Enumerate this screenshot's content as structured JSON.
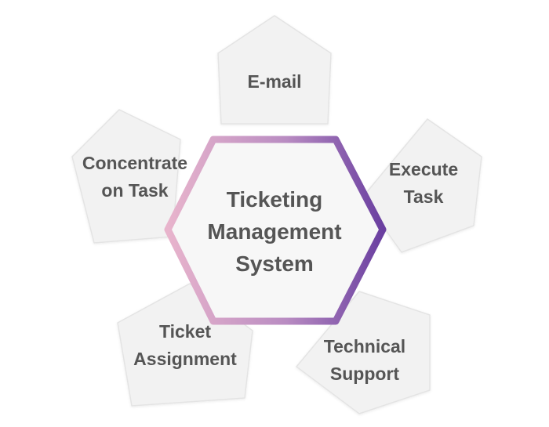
{
  "center": {
    "line1": "Ticketing",
    "line2": "Management",
    "line3": "System"
  },
  "nodes": {
    "email": {
      "line1": "E-mail"
    },
    "execute_task": {
      "line1": "Execute",
      "line2": "Task"
    },
    "technical_support": {
      "line1": "Technical",
      "line2": "Support"
    },
    "ticket_assignment": {
      "line1": "Ticket",
      "line2": "Assignment"
    },
    "concentrate_on_task": {
      "line1": "Concentrate",
      "line2": "on Task"
    }
  },
  "colors": {
    "text": "#555555",
    "node_fill": "#f2f2f2",
    "node_stroke": "#e4e4e4",
    "center_fill": "#f7f7f7",
    "gradient_start": "#e8b4cc",
    "gradient_end": "#6a3fa0"
  }
}
